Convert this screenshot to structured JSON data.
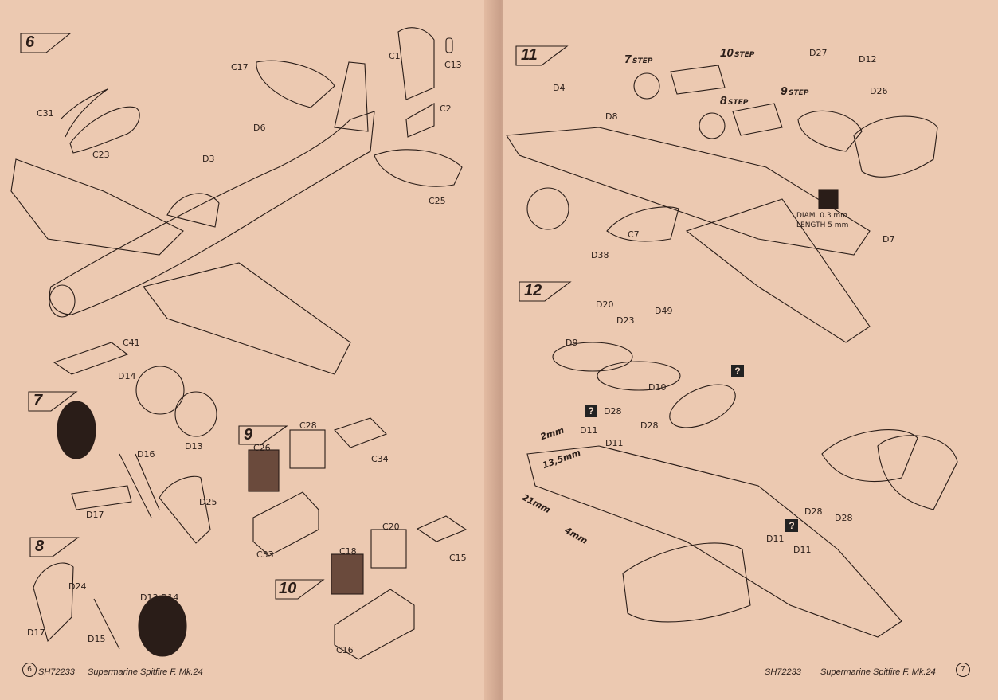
{
  "left_page": {
    "steps": {
      "s6": "6",
      "s7": "7",
      "s8": "8",
      "s9": "9",
      "s10": "10"
    },
    "parts": {
      "c17": "C17",
      "c1": "C1",
      "c13": "C13",
      "c2": "C2",
      "c25": "C25",
      "c31": "C31",
      "c23": "C23",
      "d6": "D6",
      "d3": "D3",
      "c41": "C41",
      "d14": "D14",
      "d13": "D13",
      "d16": "D16",
      "d17": "D17",
      "d25": "D25",
      "c28": "C28",
      "c26": "C26",
      "c34": "C34",
      "c33": "C33",
      "c20": "C20",
      "c18": "C18",
      "c15": "C15",
      "c16": "C16",
      "d24": "D24",
      "d13d14": "D13,D14",
      "d15": "D15",
      "d17b": "D17"
    },
    "footer": {
      "page": "6",
      "code": "SH72233",
      "title": "Supermarine Spitfire F. Mk.24"
    }
  },
  "right_page": {
    "steps": {
      "s11": "11",
      "s12": "12",
      "s7step": "7",
      "s10step": "10",
      "s8step": "8",
      "s9step": "9",
      "step_word": "STEP"
    },
    "parts": {
      "d4": "D4",
      "d8": "D8",
      "d27": "D27",
      "d12": "D12",
      "d26": "D26",
      "c7": "C7",
      "d38": "D38",
      "d7": "D7",
      "d20": "D20",
      "d23": "D23",
      "d49": "D49",
      "d9": "D9",
      "d10": "D10",
      "d28a": "D28",
      "d28b": "D28",
      "d11a": "D11",
      "d11b": "D11",
      "d28c": "D28",
      "d28d": "D28",
      "d11c": "D11",
      "d11d": "D11"
    },
    "drill_note": {
      "line1": "DIAM. 0.3 mm",
      "line2": "LENGTH 5 mm"
    },
    "measurements": {
      "m1": "2mm",
      "m2": "13,5mm",
      "m3": "21mm",
      "m4": "4mm"
    },
    "question_mark": "?",
    "footer": {
      "page": "7",
      "code": "SH72233",
      "title": "Supermarine Spitfire F. Mk.24"
    }
  }
}
